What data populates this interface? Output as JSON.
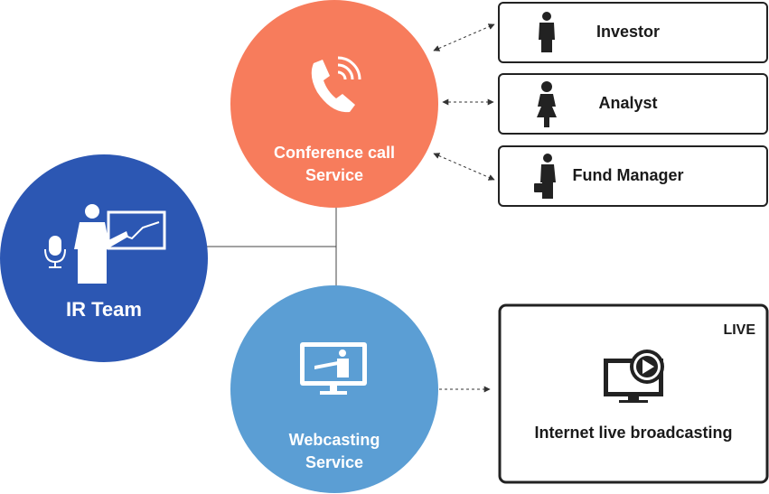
{
  "ir_team": {
    "label": "IR Team",
    "color": "#2c57b3",
    "icon": "presenter-with-chart-icon"
  },
  "conference": {
    "line1": "Conference call",
    "line2": "Service",
    "color": "#f77c5c",
    "icon": "phone-ringing-icon"
  },
  "webcasting": {
    "line1": "Webcasting",
    "line2": "Service",
    "color": "#5b9ed4",
    "icon": "monitor-presenter-icon"
  },
  "participants": [
    {
      "label": "Investor",
      "icon": "man-icon"
    },
    {
      "label": "Analyst",
      "icon": "woman-icon"
    },
    {
      "label": "Fund Manager",
      "icon": "businessman-briefcase-icon"
    }
  ],
  "broadcast": {
    "badge": "LIVE",
    "label": "Internet live broadcasting",
    "icon": "tv-play-icon"
  }
}
